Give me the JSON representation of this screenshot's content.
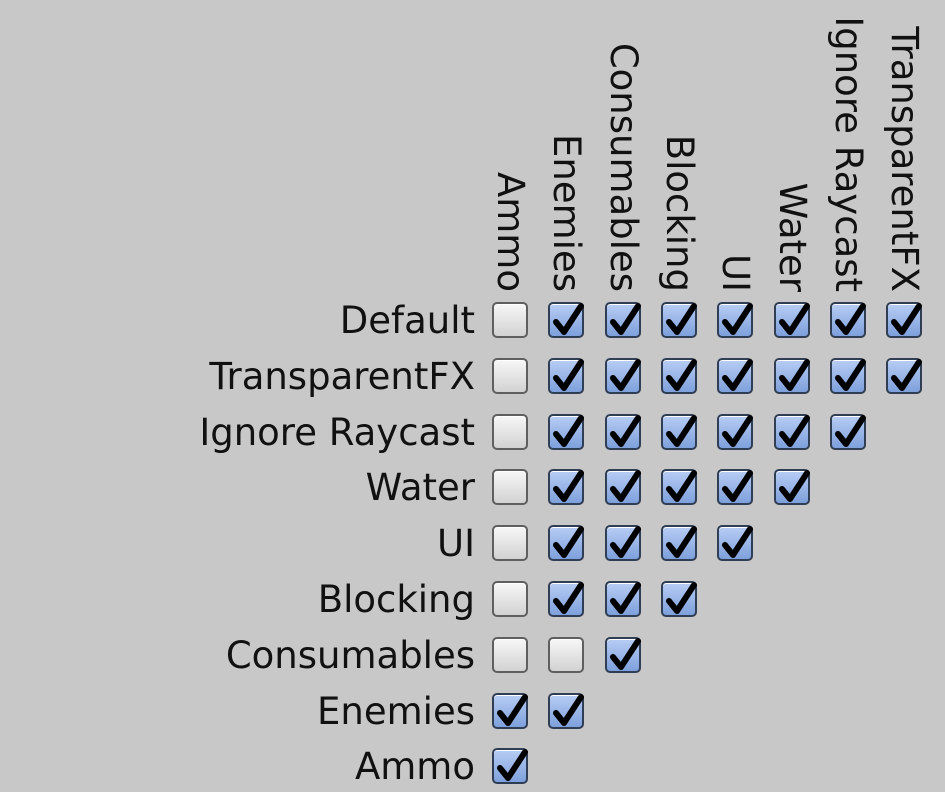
{
  "layers": [
    "Ammo",
    "Enemies",
    "Consumables",
    "Blocking",
    "UI",
    "Water",
    "Ignore Raycast",
    "TransparentFX"
  ],
  "rows": [
    {
      "label": "Default",
      "checks": [
        false,
        true,
        true,
        true,
        true,
        true,
        true,
        true
      ]
    },
    {
      "label": "TransparentFX",
      "checks": [
        false,
        true,
        true,
        true,
        true,
        true,
        true,
        true
      ]
    },
    {
      "label": "Ignore Raycast",
      "checks": [
        false,
        true,
        true,
        true,
        true,
        true,
        true
      ]
    },
    {
      "label": "Water",
      "checks": [
        false,
        true,
        true,
        true,
        true,
        true
      ]
    },
    {
      "label": "UI",
      "checks": [
        false,
        true,
        true,
        true,
        true
      ]
    },
    {
      "label": "Blocking",
      "checks": [
        false,
        true,
        true,
        true
      ]
    },
    {
      "label": "Consumables",
      "checks": [
        false,
        false,
        true
      ]
    },
    {
      "label": "Enemies",
      "checks": [
        true,
        true
      ]
    },
    {
      "label": "Ammo",
      "checks": [
        true
      ]
    }
  ],
  "colors": {
    "background": "#c8c8c8",
    "checkbox_checked": "#9bb8ea",
    "checkbox_unchecked": "#e6e6e6",
    "checkmark": "#000000"
  },
  "icons": {
    "checked": "checkmark-icon"
  }
}
